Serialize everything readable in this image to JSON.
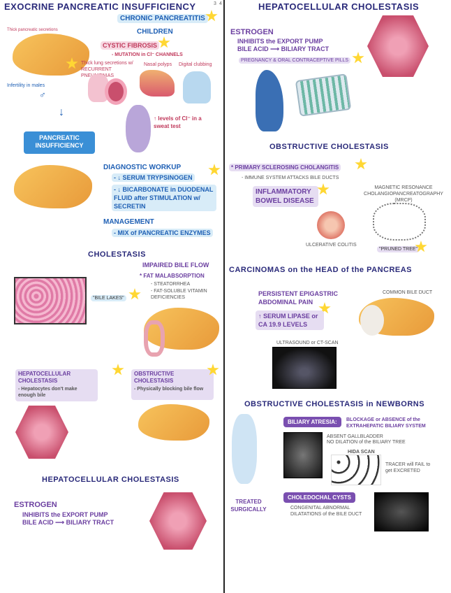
{
  "left": {
    "title": "EXOCRINE PANCREATIC INSUFFICIENCY",
    "page_marks": [
      "3",
      "4"
    ],
    "subtitle": "CHRONIC PANCREATITIS",
    "children_heading": "CHILDREN",
    "cf_title": "CYSTIC FIBROSIS",
    "cf_mutation": "- MUTATION in Cl⁻ CHANNELS",
    "thick_secretions": "Thick pancreatic secretions",
    "thick_lung": "Thick lung secretions w/ RECURRENT PNEUMONIAS",
    "nasal_polyps": "Nasal polyps",
    "digital_clubbing": "Digital clubbing",
    "infertility": "Infertility in males",
    "sweat_test": "↑ levels of Cl⁻ in a sweat test",
    "insufficiency_box": "PANCREATIC INSUFFICIENCY",
    "workup_heading": "DIAGNOSTIC WORKUP",
    "workup_1": "- ↓ SERUM TRYPSINOGEN",
    "workup_2": "- ↓ BICARBONATE in DUODENAL FLUID after STIMULATION w/ SECRETIN",
    "management_heading": "MANAGEMENT",
    "management_1": "- MIX of PANCREATIC ENZYMES",
    "cholestasis_heading": "CHOLESTASIS",
    "impaired_bile": "IMPAIRED BILE FLOW",
    "fat_malabsorption": "* FAT MALABSORPTION",
    "steatorrhea": "- STEATORRHEA",
    "fat_soluble": "- FAT-SOLUBLE VITAMIN DEFICIENCIES",
    "bile_lakes": "\"BILE LAKES\"",
    "hep_chol_title": "HEPATOCELLULAR CHOLESTASIS",
    "hep_chol_desc": "- Hepatocytes don't make enough bile",
    "obs_chol_title": "OBSTRUCTIVE CHOLESTASIS",
    "obs_chol_desc": "- Physically blocking bile flow",
    "hep_chol_heading2": "HEPATOCELLULAR CHOLESTASIS",
    "estrogen": "ESTROGEN",
    "estrogen_desc": "INHIBITS the EXPORT PUMP",
    "bile_acid": "BILE ACID ⟶ BILIARY TRACT"
  },
  "right": {
    "hep_heading": "HEPATOCELLULAR CHOLESTASIS",
    "estrogen": "ESTROGEN",
    "estrogen_desc": "INHIBITS the EXPORT PUMP",
    "bile_acid": "BILE ACID ⟶ BILIARY TRACT",
    "pregnancy": "PREGNANCY & ORAL CONTRACEPTIVE PILLS",
    "obs_heading": "OBSTRUCTIVE CHOLESTASIS",
    "psc": "* PRIMARY SCLEROSING CHOLANGITIS",
    "psc_desc": "- IMMUNE SYSTEM ATTACKS BILE DUCTS",
    "ibd": "INFLAMMATORY BOWEL DISEASE",
    "mrcp": "MAGNETIC RESONANCE CHOLANGIOPANCREATOGRAPHY (MRCP)",
    "uc": "ULCERATIVE COLITIS",
    "pruned_tree": "\"PRUNED TREE\"",
    "carcinoma_heading": "CARCINOMAS on the HEAD of the PANCREAS",
    "epigastric": "PERSISTENT EPIGASTRIC ABDOMINAL PAIN",
    "lipase": "↑ SERUM LIPASE or CA 19.9 LEVELS",
    "common_bile_duct": "COMMON BILE DUCT",
    "ultrasound": "ULTRASOUND or CT-SCAN",
    "newborn_heading": "OBSTRUCTIVE CHOLESTASIS in NEWBORNS",
    "biliary_atresia": "BILIARY ATRESIA:",
    "biliary_atresia_desc": "BLOCKAGE or ABSENCE of the EXTRAHEPATIC BILIARY SYSTEM",
    "absent_gb": "ABSENT GALLBLADDER",
    "no_dilation": "NO DILATION of the BILIARY TREE",
    "hida": "HIDA SCAN",
    "tracer": "TRACER will FAIL to get EXCRETED",
    "treated": "TREATED SURGICALLY",
    "choledochal": "CHOLEDOCHAL CYSTS",
    "choledochal_desc": "CONGENITAL ABNORMAL DILATATIONS of the BILE DUCT"
  }
}
